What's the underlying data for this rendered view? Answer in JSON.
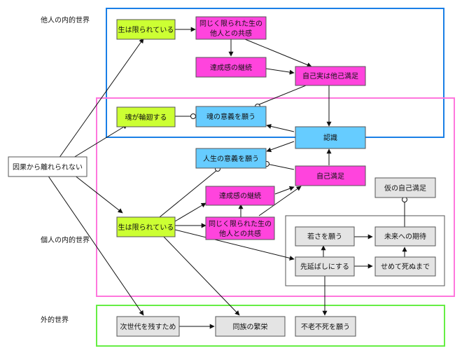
{
  "colors": {
    "lime": "#ccff33",
    "magenta": "#ff44dd",
    "blue": "#66ccff",
    "gray": "#e4e4e4",
    "white": "#ffffff",
    "frame_blue": "#1a7fe6",
    "frame_pink": "#ff77dd",
    "frame_green": "#66ee44"
  },
  "regions": {
    "others_inner": "他人の内的世界",
    "personal_inner": "個人の内的世界",
    "external": "外的世界"
  },
  "nodes": {
    "causality": "因果から離れられない",
    "life_limited_top": "生は限られている",
    "empathy_top_1": "同じく限られた生の",
    "empathy_top_2": "他人との共感",
    "achievement_top": "達成感の継続",
    "self_is_other": "自己実は他己満足",
    "soul_reincarnation": "魂が輪廻する",
    "soul_meaning": "魂の意義を願う",
    "recognition": "認識",
    "life_meaning": "人生の意義を願う",
    "self_satisfaction": "自己満足",
    "false_satisfaction": "仮の自己満足",
    "achievement_mid": "達成感の継続",
    "life_limited_mid": "生は限られている",
    "empathy_mid_1": "同じく限られた生の",
    "empathy_mid_2": "他人との共感",
    "wish_youth": "若さを願う",
    "future_hope": "未来への期待",
    "procrastinate": "先延ばしにする",
    "at_least_until_death": "せめて死ぬまで",
    "next_generation": "次世代を残すため",
    "clan_prosperity": "同族の繁栄",
    "wish_immortality": "不老不死を願う"
  }
}
